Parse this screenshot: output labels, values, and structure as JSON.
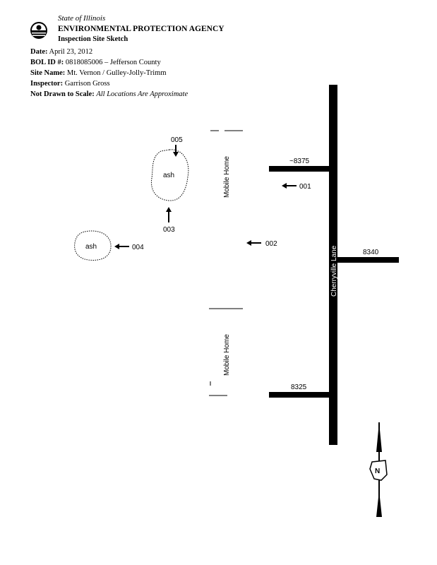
{
  "header": {
    "state": "State of Illinois",
    "agency": "ENVIRONMENTAL PROTECTION AGENCY",
    "doc_title": "Inspection Site Sketch"
  },
  "info": {
    "date_label": "Date:",
    "date": "April 23, 2012",
    "bol_label": "BOL ID #:",
    "bol": "0818085006 – Jefferson County",
    "site_label": "Site Name:",
    "site": "Mt. Vernon / Gulley-Jolly-Trimm",
    "inspector_label": "Inspector:",
    "inspector": "Garrison Gross",
    "scale_label": "Not Drawn to Scale:",
    "scale": "All Locations Are Approximate"
  },
  "map": {
    "road": "Cherryville Lane",
    "addresses": [
      "~8375",
      "8340",
      "8325"
    ],
    "buildings": [
      "Mobile Home",
      "Mobile Home"
    ],
    "ash_piles": [
      "ash",
      "ash"
    ],
    "points": [
      "001",
      "002",
      "003",
      "004",
      "005"
    ],
    "compass": "N"
  }
}
